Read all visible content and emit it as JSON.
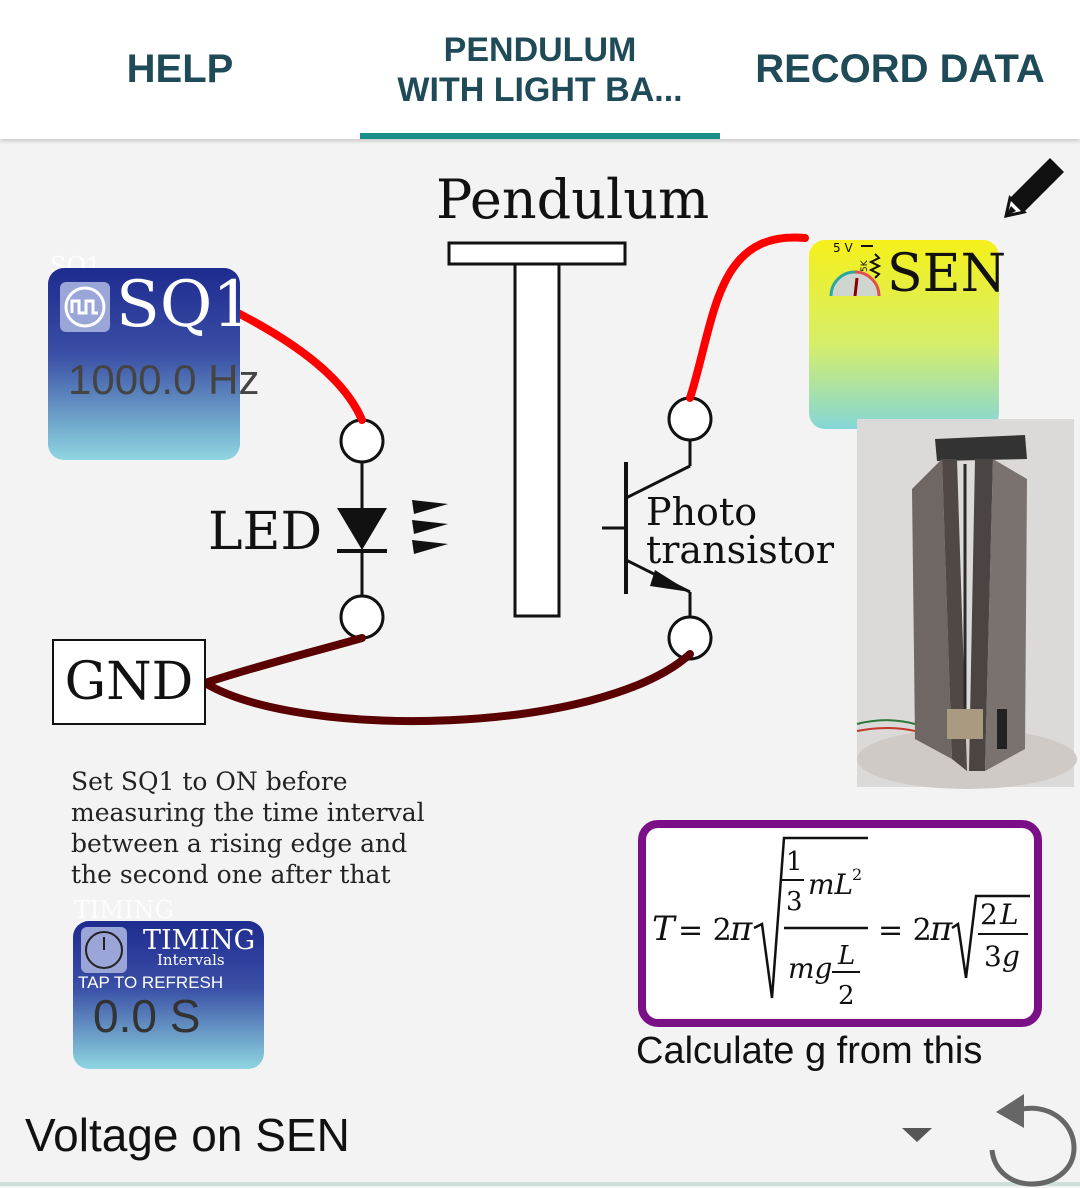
{
  "tabs": [
    {
      "label": "HELP"
    },
    {
      "label_line1": "PENDULUM",
      "label_line2": "WITH LIGHT BA..."
    },
    {
      "label": "RECORD DATA"
    }
  ],
  "diagram": {
    "title": "Pendulum",
    "led_label": "LED",
    "phototransistor_line1": "Photo",
    "phototransistor_line2": "transistor",
    "gnd_label": "GND",
    "note": "Set SQ1 to ON before measuring the time interval between a rising edge and the second one after that"
  },
  "sq1_widget": {
    "ghost_label": "SQ1",
    "name": "SQ1",
    "value": "1000.0 Hz"
  },
  "sen_widget": {
    "name": "SEN",
    "supply": "5 V",
    "resistor": "5K"
  },
  "timing_widget": {
    "ghost_label": "TIMING",
    "name": "TIMING",
    "subtitle": "Intervals",
    "tap_hint": "TAP TO REFRESH",
    "value": "0.0 S"
  },
  "formula": {
    "caption": "Calculate g from this"
  },
  "bottom": {
    "selected_option": "Voltage on SEN"
  },
  "icons": {
    "edit": "pencil-icon",
    "refresh": "refresh-icon",
    "dropdown": "caret-down-icon",
    "square-wave": "square-wave-icon",
    "gauge": "gauge-icon",
    "clock": "clock-icon"
  },
  "colors": {
    "accent": "#1a8f8a",
    "tab_text": "#1f4a57",
    "wire_signal": "#ff0000",
    "wire_ground": "#5a0000",
    "formula_border": "#7a0f86"
  }
}
